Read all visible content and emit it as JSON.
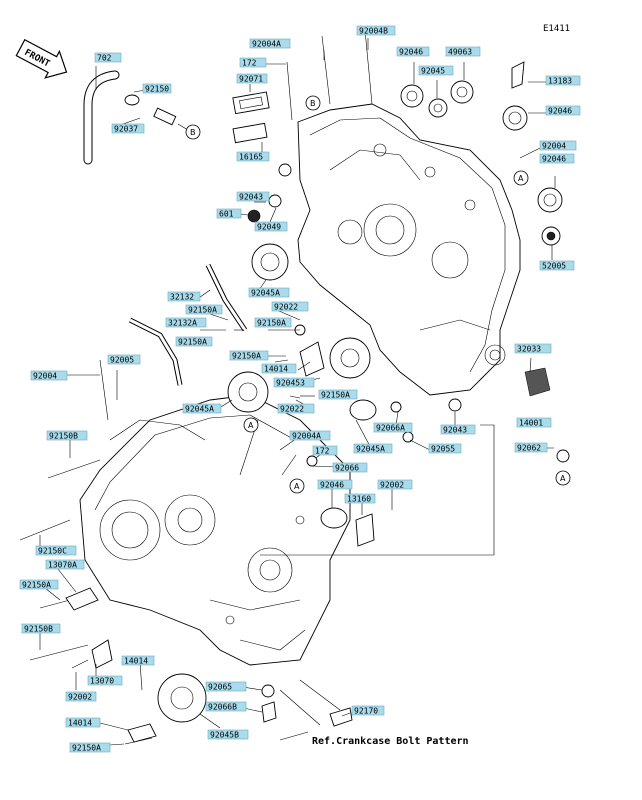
{
  "diagram_code": "E1411",
  "front_label": "FRONT",
  "ref_text": "Ref.Crankcase Bolt Pattern",
  "callout_letters": [
    "A",
    "B"
  ],
  "parts": [
    {
      "id": "p01",
      "text": "702"
    },
    {
      "id": "p02",
      "text": "92150"
    },
    {
      "id": "p03",
      "text": "92037"
    },
    {
      "id": "p04",
      "text": "92004B"
    },
    {
      "id": "p05",
      "text": "92004A"
    },
    {
      "id": "p06",
      "text": "172"
    },
    {
      "id": "p07",
      "text": "92071"
    },
    {
      "id": "p08",
      "text": "92046"
    },
    {
      "id": "p09",
      "text": "49063"
    },
    {
      "id": "p10",
      "text": "92045"
    },
    {
      "id": "p11",
      "text": "13183"
    },
    {
      "id": "p12",
      "text": "92046"
    },
    {
      "id": "p13",
      "text": "16165"
    },
    {
      "id": "p14",
      "text": "92004"
    },
    {
      "id": "p15",
      "text": "92046"
    },
    {
      "id": "p16",
      "text": "92043"
    },
    {
      "id": "p17",
      "text": "601"
    },
    {
      "id": "p18",
      "text": "92049"
    },
    {
      "id": "p19",
      "text": "52005"
    },
    {
      "id": "p20",
      "text": "92045A"
    },
    {
      "id": "p21",
      "text": "32132"
    },
    {
      "id": "p22",
      "text": "92022"
    },
    {
      "id": "p23",
      "text": "92150A"
    },
    {
      "id": "p24",
      "text": "92150A"
    },
    {
      "id": "p25",
      "text": "32132A"
    },
    {
      "id": "p26",
      "text": "92150A"
    },
    {
      "id": "p27",
      "text": "32033"
    },
    {
      "id": "p28",
      "text": "92005"
    },
    {
      "id": "p29",
      "text": "92150A"
    },
    {
      "id": "p30",
      "text": "92004"
    },
    {
      "id": "p31",
      "text": "14014"
    },
    {
      "id": "p32",
      "text": "920453"
    },
    {
      "id": "p33",
      "text": "92150A"
    },
    {
      "id": "p34",
      "text": "92045A"
    },
    {
      "id": "p35",
      "text": "92022"
    },
    {
      "id": "p36",
      "text": "14001"
    },
    {
      "id": "p37",
      "text": "92066A"
    },
    {
      "id": "p38",
      "text": "92043"
    },
    {
      "id": "p39",
      "text": "92004A"
    },
    {
      "id": "p40",
      "text": "92150B"
    },
    {
      "id": "p41",
      "text": "92045A"
    },
    {
      "id": "p42",
      "text": "92055"
    },
    {
      "id": "p43",
      "text": "92062"
    },
    {
      "id": "p44",
      "text": "172"
    },
    {
      "id": "p45",
      "text": "92066"
    },
    {
      "id": "p46",
      "text": "92046"
    },
    {
      "id": "p47",
      "text": "92002"
    },
    {
      "id": "p48",
      "text": "13160"
    },
    {
      "id": "p49",
      "text": "92150C"
    },
    {
      "id": "p50",
      "text": "13070A"
    },
    {
      "id": "p51",
      "text": "92150A"
    },
    {
      "id": "p52",
      "text": "92150B"
    },
    {
      "id": "p53",
      "text": "14014"
    },
    {
      "id": "p54",
      "text": "13070"
    },
    {
      "id": "p55",
      "text": "92065"
    },
    {
      "id": "p56",
      "text": "92002"
    },
    {
      "id": "p57",
      "text": "92066B"
    },
    {
      "id": "p58",
      "text": "92170"
    },
    {
      "id": "p59",
      "text": "14014"
    },
    {
      "id": "p60",
      "text": "92045B"
    },
    {
      "id": "p61",
      "text": "92150A"
    }
  ]
}
